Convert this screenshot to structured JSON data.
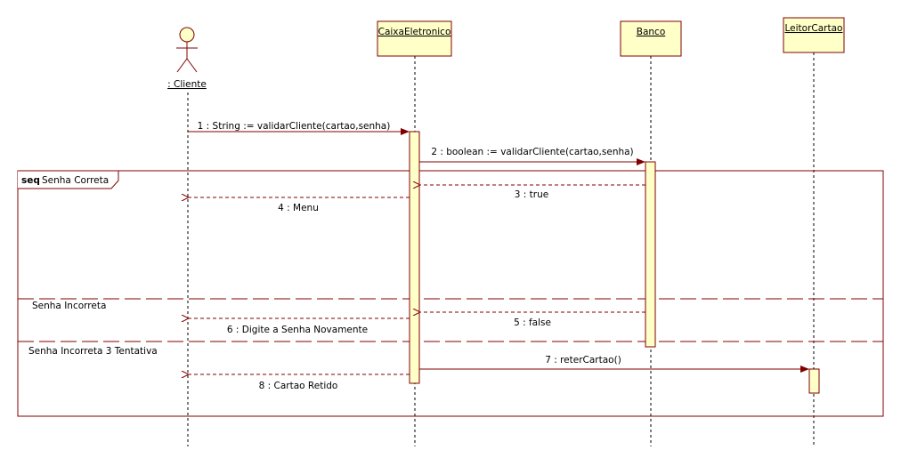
{
  "colors": {
    "box_fill": "#ffffc8",
    "box_stroke": "#800000",
    "line": "#800000",
    "frame": "#800000"
  },
  "actors": [
    {
      "id": "cliente",
      "label": ": Cliente",
      "kind": "actor"
    }
  ],
  "participants": [
    {
      "id": "caixa",
      "label": "CaixaEletronico"
    },
    {
      "id": "banco",
      "label": "Banco"
    },
    {
      "id": "leitor",
      "label": "LeitorCartao"
    }
  ],
  "fragment": {
    "keyword": "seq",
    "name": "Senha Correta",
    "operands": [
      "Senha Incorreta",
      "Senha Incorreta 3 Tentativa"
    ]
  },
  "messages": [
    {
      "label": "1 : String := validarCliente(cartao,senha)",
      "kind": "sync"
    },
    {
      "label": "2 : boolean := validarCliente(cartao,senha)",
      "kind": "sync"
    },
    {
      "label": "3 : true",
      "kind": "return"
    },
    {
      "label": "4 : Menu",
      "kind": "return"
    },
    {
      "label": "5 : false",
      "kind": "return"
    },
    {
      "label": "6 : Digite a Senha Novamente",
      "kind": "return"
    },
    {
      "label": "7 : reterCartao()",
      "kind": "sync"
    },
    {
      "label": "8 : Cartao Retido",
      "kind": "return"
    }
  ]
}
